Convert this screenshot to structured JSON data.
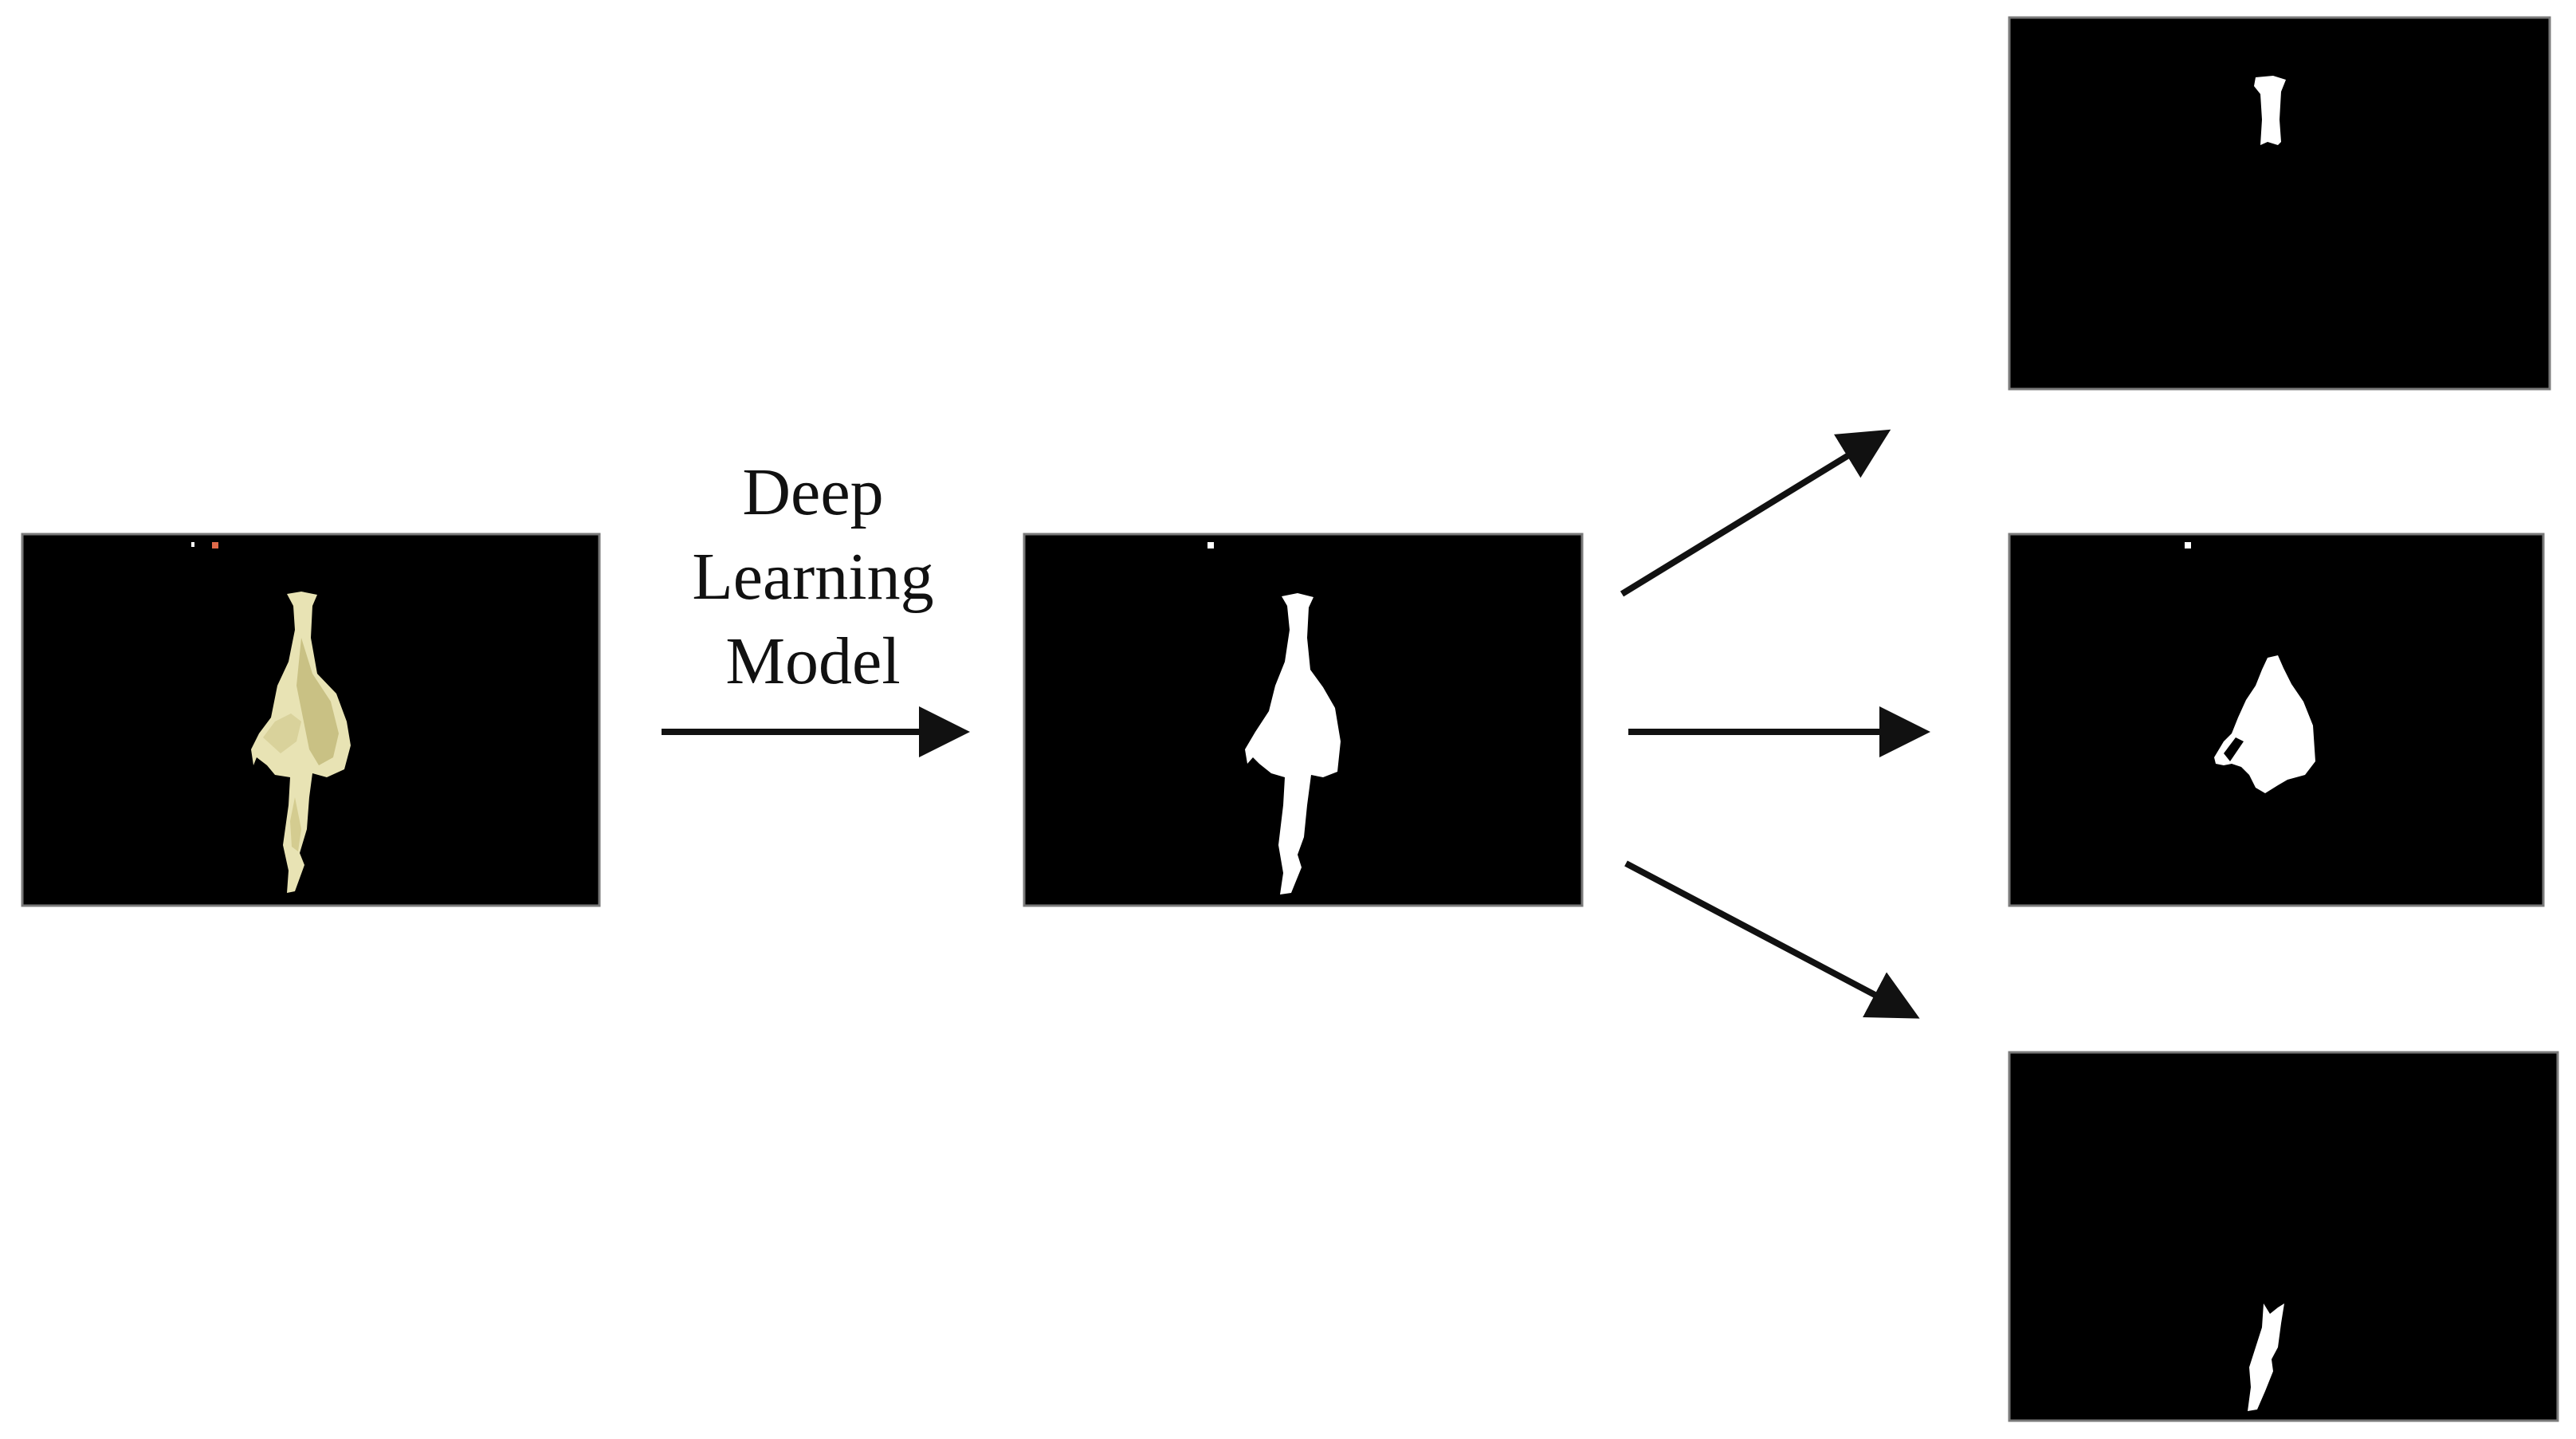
{
  "diagram": {
    "model_label_lines": [
      "Deep",
      "Learning",
      "Model"
    ]
  },
  "colors": {
    "background": "#ffffff",
    "panel_fill": "#000000",
    "panel_border": "#7a7a7a",
    "mask": "#ffffff",
    "carcass": "#e8e3b4",
    "carcass_shade": "#c9c184",
    "arrow": "#111111"
  },
  "panels": [
    {
      "name": "input-image-panel",
      "content": "chicken carcass photo"
    },
    {
      "name": "segmentation-mask-panel",
      "content": "full carcass mask"
    },
    {
      "name": "part-mask-top-panel",
      "content": "neck mask"
    },
    {
      "name": "part-mask-middle-panel",
      "content": "breast and wing mask"
    },
    {
      "name": "part-mask-bottom-panel",
      "content": "leg mask"
    }
  ]
}
